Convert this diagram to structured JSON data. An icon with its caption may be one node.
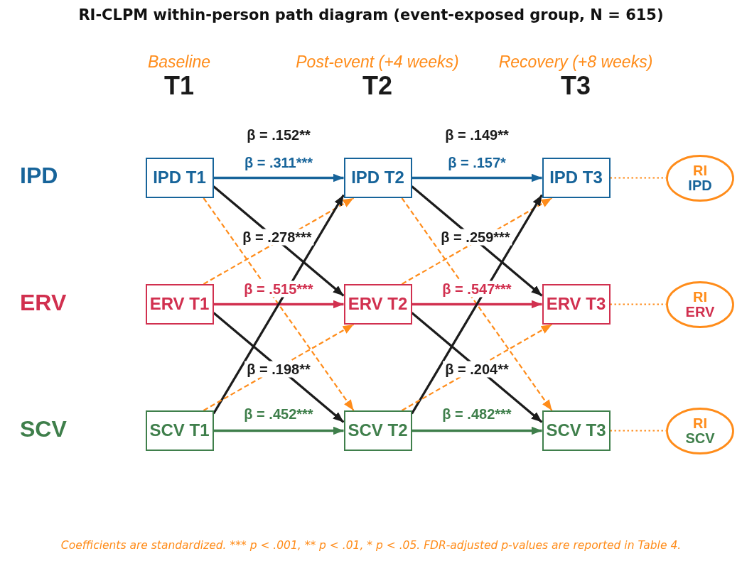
{
  "diagram": {
    "title": "RI-CLPM within-person path diagram (event-exposed group, N = 615)",
    "caption": "Coefficients are standardized. *** p < .001, ** p < .01, * p < .05. FDR-adjusted p-values are reported in Table 4.",
    "nodes": [
      {
        "text": [
          "IPD T1"
        ]
      },
      {
        "text": [
          "IPD T2"
        ]
      },
      {
        "text": [
          "IPD T3"
        ]
      },
      {
        "text": [
          "RI",
          "IPD"
        ]
      },
      {
        "text": [
          "ERV T1"
        ]
      },
      {
        "text": [
          "ERV T2"
        ]
      },
      {
        "text": [
          "ERV T3"
        ]
      },
      {
        "text": [
          "RI",
          "ERV"
        ]
      },
      {
        "text": [
          "SCV T1"
        ]
      },
      {
        "text": [
          "SCV T2"
        ]
      },
      {
        "text": [
          "SCV T3"
        ]
      },
      {
        "text": [
          "RI",
          "SCV"
        ]
      }
    ],
    "edges": [
      {
        "from": 0,
        "to": 1,
        "arrow": "to",
        "label": "β = .311***",
        "color": "#17649a"
      },
      {
        "from": 0,
        "to": 5,
        "arrow": "to",
        "label": "β = .278***",
        "color": "#1c1c1c"
      },
      {
        "from": 0,
        "to": 9,
        "arrow": "to",
        "style": "dashed",
        "color": "#ff8c1a"
      },
      {
        "from": 4,
        "to": 5,
        "arrow": "to",
        "label": "β = .515***",
        "color": "#d1304f"
      },
      {
        "from": 4,
        "to": 1,
        "arrow": "to",
        "style": "dashed",
        "color": "#ff8c1a"
      },
      {
        "from": 4,
        "to": 9,
        "arrow": "to",
        "label": "β = .198**",
        "color": "#1c1c1c"
      },
      {
        "from": 8,
        "to": 9,
        "arrow": "to",
        "label": "β = .452***",
        "color": "#3f7f4b"
      },
      {
        "from": 8,
        "to": 1,
        "arrow": "to",
        "label": "β = .152**",
        "color": "#1c1c1c"
      },
      {
        "from": 8,
        "to": 5,
        "arrow": "to",
        "style": "dashed",
        "color": "#ff8c1a"
      },
      {
        "from": 1,
        "to": 2,
        "arrow": "to",
        "label": "β = .157*",
        "color": "#17649a"
      },
      {
        "from": 1,
        "to": 6,
        "arrow": "to",
        "label": "β = .259***",
        "color": "#1c1c1c"
      },
      {
        "from": 1,
        "to": 10,
        "arrow": "to",
        "style": "dashed",
        "color": "#ff8c1a"
      },
      {
        "from": 5,
        "to": 6,
        "arrow": "to",
        "label": "β = .547***",
        "color": "#d1304f"
      },
      {
        "from": 5,
        "to": 2,
        "arrow": "to",
        "style": "dashed",
        "color": "#ff8c1a"
      },
      {
        "from": 5,
        "to": 10,
        "arrow": "to",
        "label": "β = .204**",
        "color": "#1c1c1c"
      },
      {
        "from": 9,
        "to": 10,
        "arrow": "to",
        "label": "β = .482***",
        "color": "#3f7f4b"
      },
      {
        "from": 9,
        "to": 2,
        "arrow": "to",
        "label": "β = .149**",
        "color": "#1c1c1c"
      },
      {
        "from": 9,
        "to": 6,
        "arrow": "to",
        "style": "dashed",
        "color": "#ff8c1a"
      },
      {
        "from": 2,
        "to": 3,
        "arrow": "none",
        "style": "dashed",
        "color": "#ff8c1a"
      },
      {
        "from": 6,
        "to": 7,
        "arrow": "none",
        "style": "dashed",
        "color": "#ff8c1a"
      },
      {
        "from": 10,
        "to": 11,
        "arrow": "none",
        "style": "dashed",
        "color": "#ff8c1a"
      }
    ],
    "labels": [
      "Baseline",
      "T1",
      "Post-event (+4 weeks)",
      "T2",
      "Recovery (+8 weeks)",
      "T3",
      "IPD",
      "ERV",
      "SCV"
    ]
  }
}
